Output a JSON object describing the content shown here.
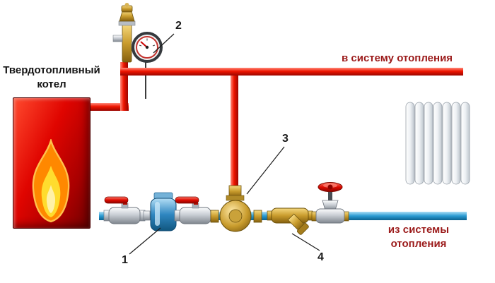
{
  "diagram": {
    "background": "#ffffff",
    "boiler_label": {
      "line1": "Твердотопливный",
      "line2": "котел"
    },
    "supply_label": "в систему отопления",
    "return_label": {
      "line1": "из системы",
      "line2": "отопления"
    },
    "callouts": {
      "filter": "1",
      "safety_group": "2",
      "three_way_valve": "3",
      "strainer": "4"
    },
    "colors": {
      "hot_pipe": "#e01000",
      "cold_pipe": "#2a9ad2",
      "boiler": "#d40000",
      "flame": "#ff8800",
      "brass": "#c99c2d",
      "label_red": "#9b1a1a",
      "label_black": "#141414"
    },
    "components": [
      "solid-fuel-boiler",
      "safety-group-with-pressure-gauge",
      "ball-valve",
      "filter-valve",
      "ball-valve",
      "three-way-mixing-valve",
      "y-strainer",
      "globe-valve",
      "radiator"
    ]
  }
}
